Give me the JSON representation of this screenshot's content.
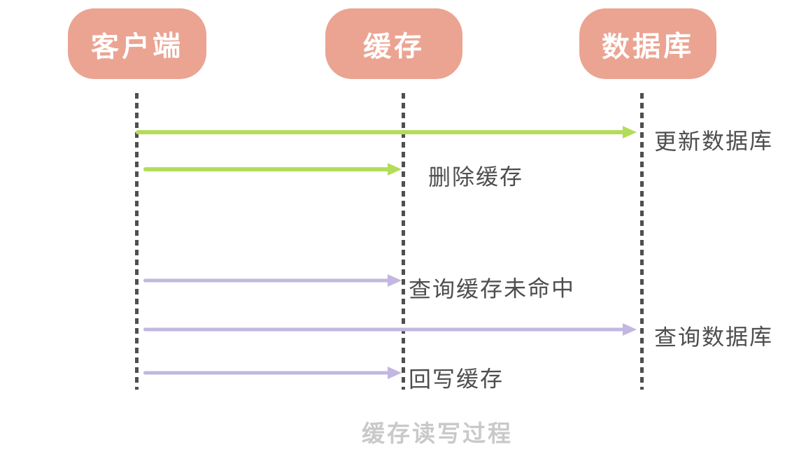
{
  "diagram": {
    "title": "缓存读写过程",
    "actors": [
      {
        "id": "client",
        "label": "客户端"
      },
      {
        "id": "cache",
        "label": "缓存"
      },
      {
        "id": "database",
        "label": "数据库"
      }
    ],
    "messages": [
      {
        "label": "更新数据库",
        "from": "client",
        "to": "database",
        "color": "#b3dd58"
      },
      {
        "label": "删除缓存",
        "from": "client",
        "to": "cache",
        "color": "#b3dd58"
      },
      {
        "label": "查询缓存未命中",
        "from": "client",
        "to": "cache",
        "color": "#c2b7e0"
      },
      {
        "label": "查询数据库",
        "from": "client",
        "to": "database",
        "color": "#c2b7e0"
      },
      {
        "label": "回写缓存",
        "from": "client",
        "to": "cache",
        "color": "#c2b7e0"
      }
    ],
    "colors": {
      "actor_fill": "#eba492",
      "actor_text": "#ffffff",
      "arrow_green": "#b3dd58",
      "arrow_purple": "#c2b7e0",
      "lifeline": "#4f4f4f",
      "message_text": "#4e4e4e",
      "caption_text": "#c9c9c9"
    }
  }
}
